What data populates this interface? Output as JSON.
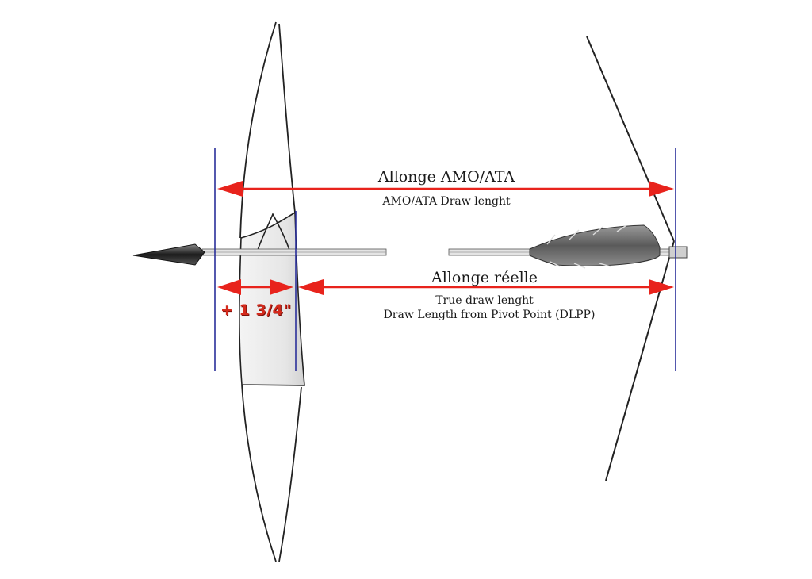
{
  "labels": {
    "amo_title": "Allonge AMO/ATA",
    "amo_subtitle": "AMO/ATA Draw lenght",
    "true_title": "Allonge réelle",
    "true_subtitle_1": "True draw lenght",
    "true_subtitle_2": "Draw Length from Pivot Point (DLPP)",
    "offset": "+ 1 3/4\""
  },
  "colors": {
    "arrow_red": "#e8231c",
    "guide_blue": "#2a2f9a",
    "offset_red": "#d42a1c",
    "ink": "#1a1a1a"
  }
}
